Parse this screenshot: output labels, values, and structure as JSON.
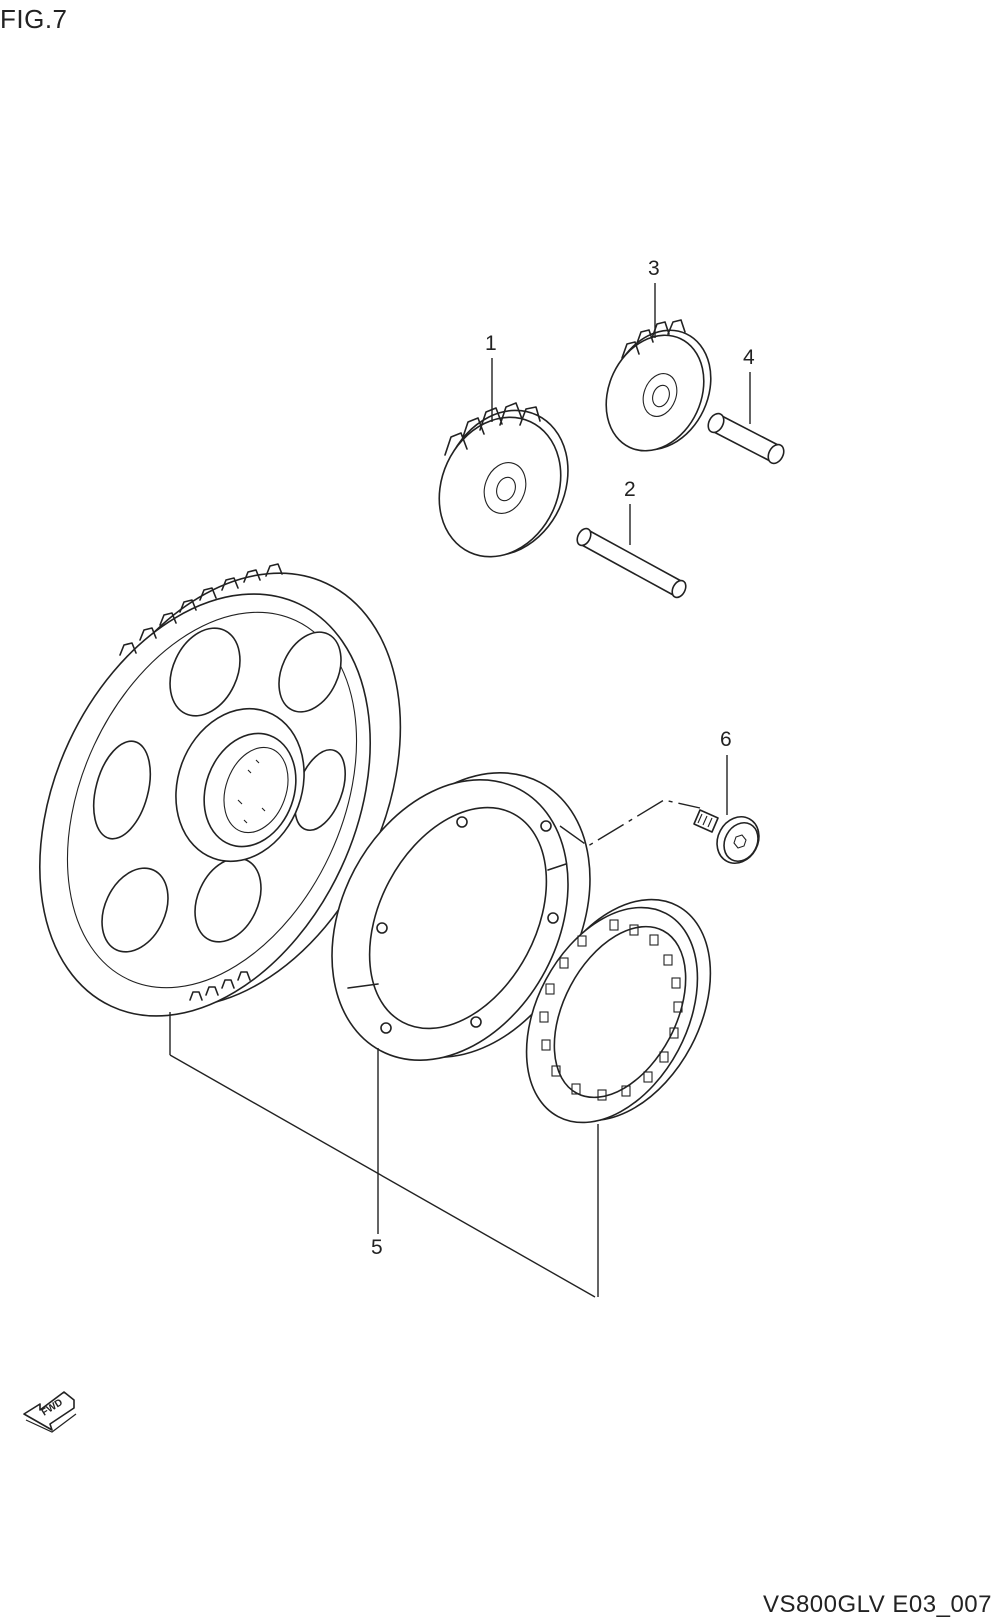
{
  "figure": {
    "title": "FIG.7",
    "drawing_code": "VS800GLV E03_007"
  },
  "callouts": [
    {
      "id": "1",
      "label": "1"
    },
    {
      "id": "2",
      "label": "2"
    },
    {
      "id": "3",
      "label": "3"
    },
    {
      "id": "4",
      "label": "4"
    },
    {
      "id": "5",
      "label": "5"
    },
    {
      "id": "6",
      "label": "6"
    }
  ],
  "fwd_arrow": {
    "label": "FWD",
    "icon": "fwd-arrow-icon"
  },
  "colors": {
    "line": "#222222",
    "background": "#ffffff"
  }
}
